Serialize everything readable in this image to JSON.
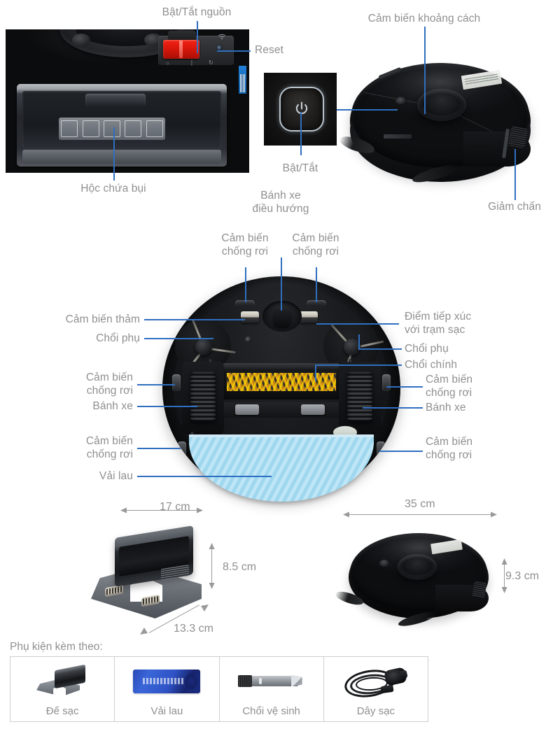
{
  "labels": {
    "power_switch": "Bật/Tắt nguồn",
    "reset": "Reset",
    "distance_sensor": "Cảm biến khoảng cách",
    "power_button": "Bật/Tắt",
    "bumper": "Giảm chấn",
    "dust_bin": "Hộc chứa bụi",
    "caster_wheel": "Bánh xe\nđiều hướng",
    "cliff_sensor_1": "Cảm biến\nchống rơi",
    "cliff_sensor_2": "Cảm biến\nchống rơi",
    "carpet_sensor": "Cảm biến thảm",
    "side_brush_left": "Chổi phụ",
    "cliff_sensor_left": "Cảm biến\nchống rơi",
    "wheel_left": "Bánh xe",
    "cliff_sensor_left_rear": "Cảm biến\nchống rơi",
    "mop_cloth": "Vải lau",
    "charging_contacts": "Điểm tiếp xúc\nvới trạm sạc",
    "side_brush_right": "Chổi phụ",
    "main_brush": "Chổi chính",
    "cliff_sensor_right": "Cảm biến\nchống rơi",
    "wheel_right": "Bánh xe",
    "cliff_sensor_right_rear": "Cảm biến\nchống rơi"
  },
  "dimensions": {
    "dock_width": "17 cm",
    "dock_height": "8.5 cm",
    "dock_depth": "13.3 cm",
    "robot_diameter": "35 cm",
    "robot_height": "9.3 cm"
  },
  "accessories": {
    "title": "Phụ kiện kèm theo:",
    "items": [
      {
        "name": "Đế sạc",
        "icon": "charging-dock-icon"
      },
      {
        "name": "Vải lau",
        "icon": "mop-cloth-icon"
      },
      {
        "name": "Chổi vệ sinh",
        "icon": "cleaning-brush-icon"
      },
      {
        "name": "Dây sạc",
        "icon": "power-cord-icon"
      }
    ]
  },
  "colors": {
    "leader_line": "#2f6fc0",
    "label_text": "#8f8f8f",
    "accent_red": "#e51d12",
    "mop_blue": "#a9dcf2",
    "cell_border": "#cfcfcf"
  }
}
